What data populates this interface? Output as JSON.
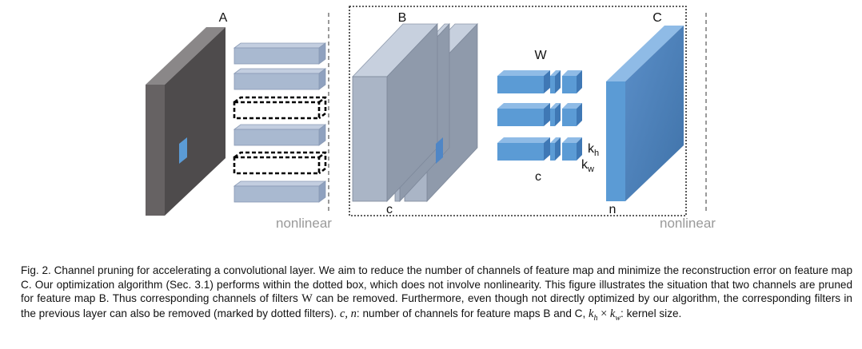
{
  "figure": {
    "labels": {
      "A": "A",
      "B": "B",
      "C": "C",
      "W": "W",
      "c_bottom": "c",
      "c_filters": "c",
      "n": "n",
      "kh_base": "k",
      "kh_sub": "h",
      "kw_base": "k",
      "kw_sub": "w",
      "nonlinear_left": "nonlinear",
      "nonlinear_right": "nonlinear"
    },
    "colors": {
      "feature_map_A": "#5a5657",
      "feature_map_B": "#a9b4c6",
      "feature_map_C": "#5b9bd5",
      "filters_prev_layer": "#a9b9d0",
      "filters_W": "#5b9bd5",
      "pruned_outline": "#000000",
      "nonlinear_text": "#9a9a9a"
    }
  },
  "caption": {
    "prefix": "Fig. 2. Channel pruning for accelerating a convolutional layer. We aim to reduce the number of channels of feature map and minimize the reconstruction error on feature map C. Our optimization algorithm (Sec. 3.1) performs within the dotted box, which does not involve nonlinearity. This figure illustrates the situation that two channels are pruned for feature map B. Thus corresponding channels of filters ",
    "W": "W",
    "middle": " can be removed. Furthermore, even though not directly optimized by our algorithm, the corresponding filters in the previous layer can also be removed (marked by dotted filters). ",
    "cn": "c, n",
    "cn_tail": ": number of channels for feature maps B and C, ",
    "kh_k": "k",
    "kh_h": "h",
    "times": " × ",
    "kw_k": "k",
    "kw_w": "w",
    "tail": ": kernel size."
  }
}
